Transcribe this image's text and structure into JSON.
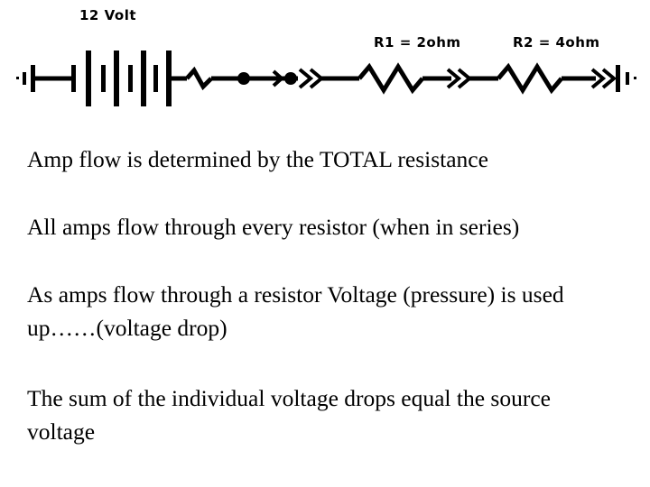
{
  "slide": {
    "background_color": "#ffffff",
    "text_color": "#000000"
  },
  "circuit": {
    "name": "series-circuit-schematic",
    "labels": {
      "source": "12 Volt",
      "r1": "R1 = 2ohm",
      "r2": "R2 = 4ohm"
    },
    "components": [
      {
        "id": "terminal-left",
        "type": "terminal",
        "label": ""
      },
      {
        "id": "battery",
        "type": "battery",
        "label": "12 Volt",
        "cells": 6
      },
      {
        "id": "wire-zigzag-small",
        "type": "wire-kink",
        "label": ""
      },
      {
        "id": "node-dot-1",
        "type": "junction-dot",
        "label": ""
      },
      {
        "id": "node-dot-2",
        "type": "junction-dot",
        "label": ""
      },
      {
        "id": "resistor-r1",
        "type": "resistor",
        "label": "R1 = 2ohm",
        "value": "2ohm"
      },
      {
        "id": "resistor-r2",
        "type": "resistor",
        "label": "R2 = 4ohm",
        "value": "4ohm"
      },
      {
        "id": "terminal-right",
        "type": "terminal",
        "label": ""
      }
    ],
    "current_arrows": 4
  },
  "body": {
    "paragraphs": [
      "Amp flow is determined by the TOTAL resistance",
      "All amps flow through every resistor (when in series)",
      "As amps flow through a resistor Voltage (pressure) is used up……(voltage drop)",
      "The sum of the individual voltage drops equal the source voltage"
    ]
  }
}
